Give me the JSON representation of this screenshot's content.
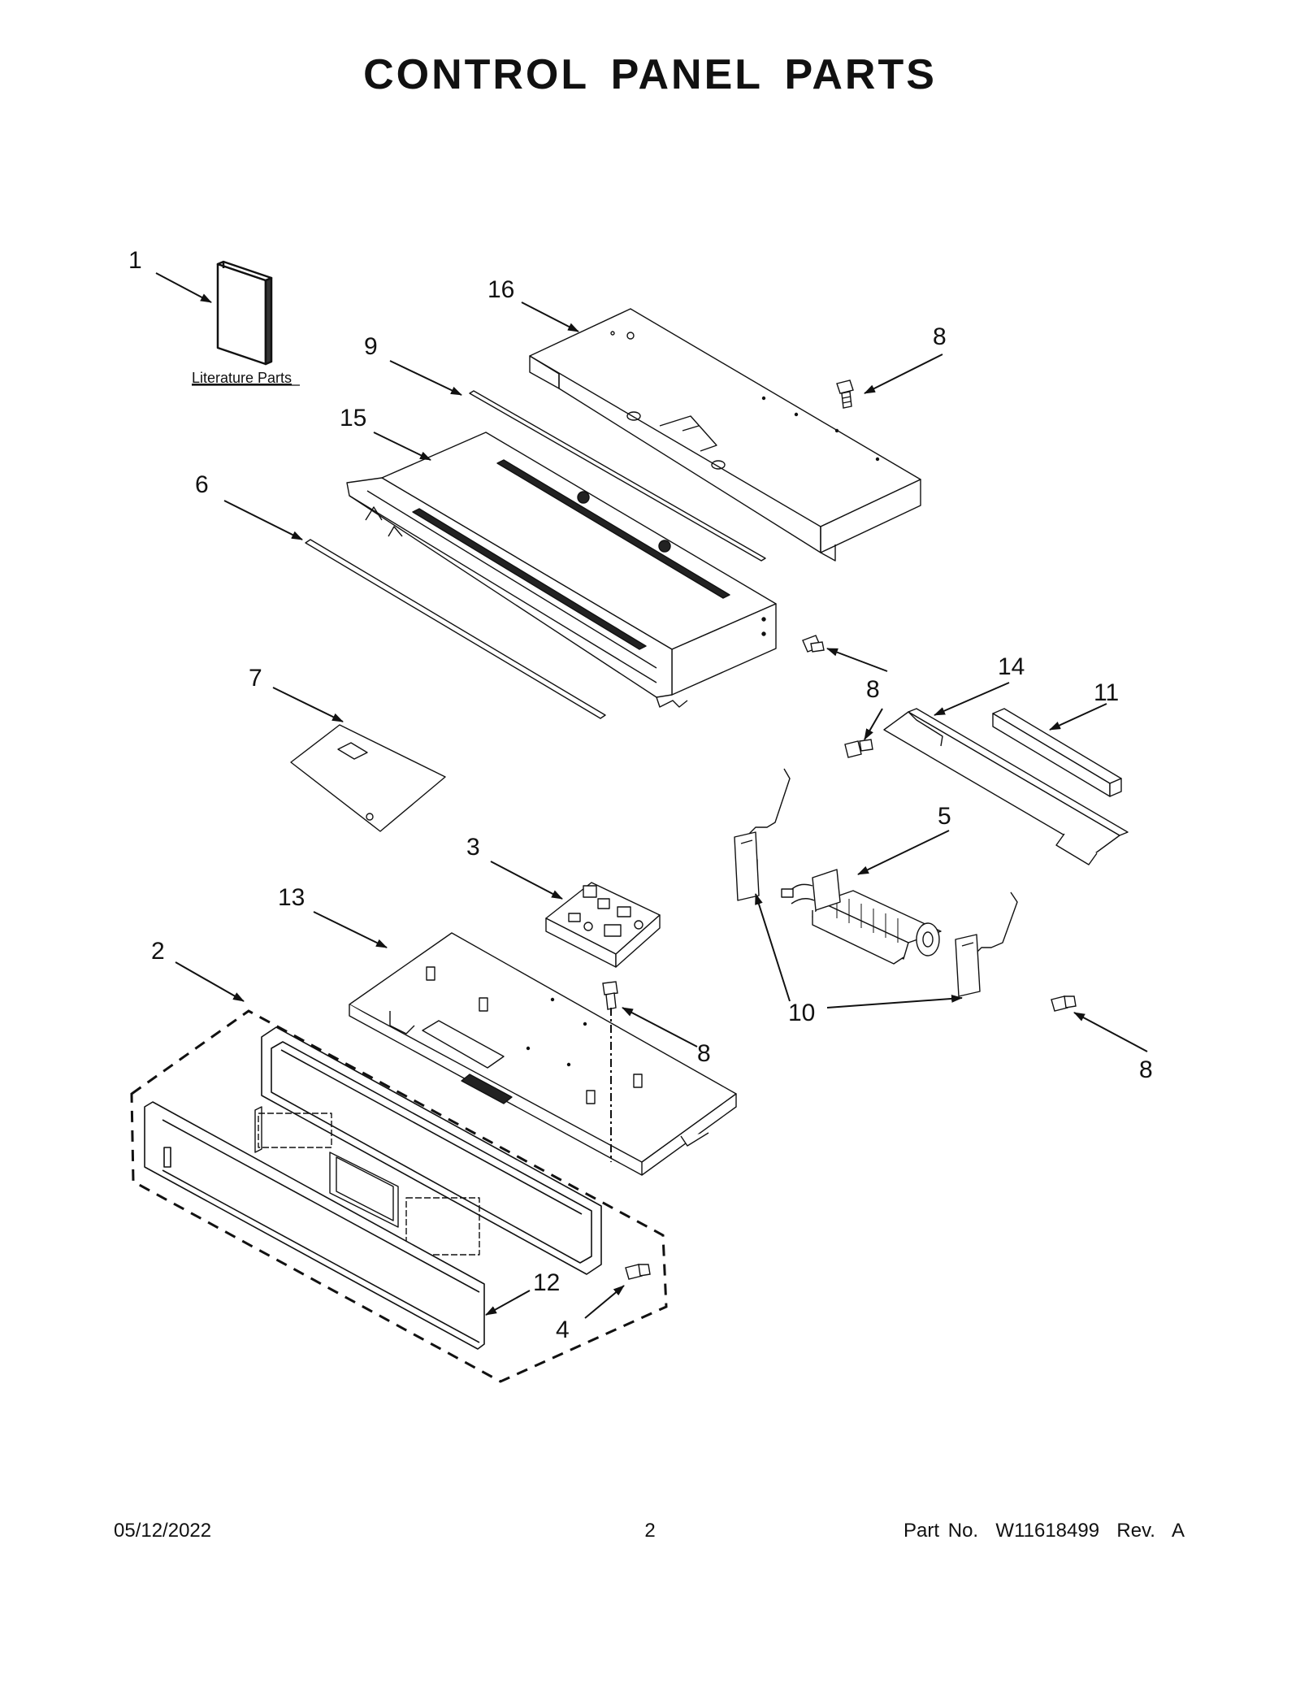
{
  "title": "CONTROL PANEL PARTS",
  "literature_label": "Literature Parts",
  "callouts": {
    "c1": "1",
    "c16": "16",
    "c9": "9",
    "c8a": "8",
    "c15": "15",
    "c6": "6",
    "c8b": "8",
    "c14": "14",
    "c11": "11",
    "c7": "7",
    "c5": "5",
    "c3": "3",
    "c13": "13",
    "c2": "2",
    "c10": "10",
    "c8c": "8",
    "c8d": "8",
    "c12": "12",
    "c4": "4"
  },
  "footer": {
    "date": "05/12/2022",
    "page": "2",
    "part_no": "Part No.  W11618499  Rev.  A"
  }
}
